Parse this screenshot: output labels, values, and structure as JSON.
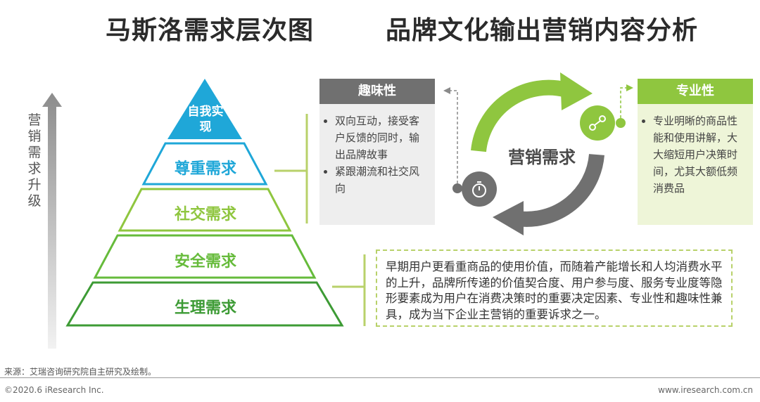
{
  "titles": {
    "left": "马斯洛需求层次图",
    "right": "品牌文化输出营销内容分析"
  },
  "side_label": "营销需求升级",
  "pyramid": {
    "levels": [
      {
        "label": "自我实现",
        "color": "#1fa7d8"
      },
      {
        "label": "尊重需求",
        "color": "#1fa7d8"
      },
      {
        "label": "社交需求",
        "color": "#8fc63f"
      },
      {
        "label": "安全需求",
        "color": "#66bb3b"
      },
      {
        "label": "生理需求",
        "color": "#3d9b35"
      }
    ]
  },
  "fun_card": {
    "title": "趣味性",
    "items": [
      "双向互动，接受客户反馈的同时，输出品牌故事",
      "紧跟潮流和社交风向"
    ]
  },
  "cycle": {
    "label": "营销需求"
  },
  "pro_card": {
    "title": "专业性",
    "items": [
      "专业明晰的商品性能和使用讲解，大大缩短用户决策时间，尤其大额低频消费品"
    ]
  },
  "summary": "早期用户更看重商品的使用价值，而随着产能增长和人均消费水平的上升，品牌所传递的价值契合度、用户参与度、服务专业度等隐形要素成为用户在消费决策时的重要决定因素、专业性和趣味性兼具，成为当下企业主营销的重要诉求之一。",
  "footer": {
    "source": "来源：艾瑞咨询研究院自主研究及绘制。",
    "copyright": "©2020.6 iResearch Inc.",
    "url": "www.iresearch.com.cn"
  },
  "colors": {
    "blue": "#1fa7d8",
    "lightgreen": "#8fc63f",
    "green": "#66bb3b",
    "darkgreen": "#3d9b35",
    "grey_card": "#707070",
    "green_card": "#8fc63f"
  }
}
